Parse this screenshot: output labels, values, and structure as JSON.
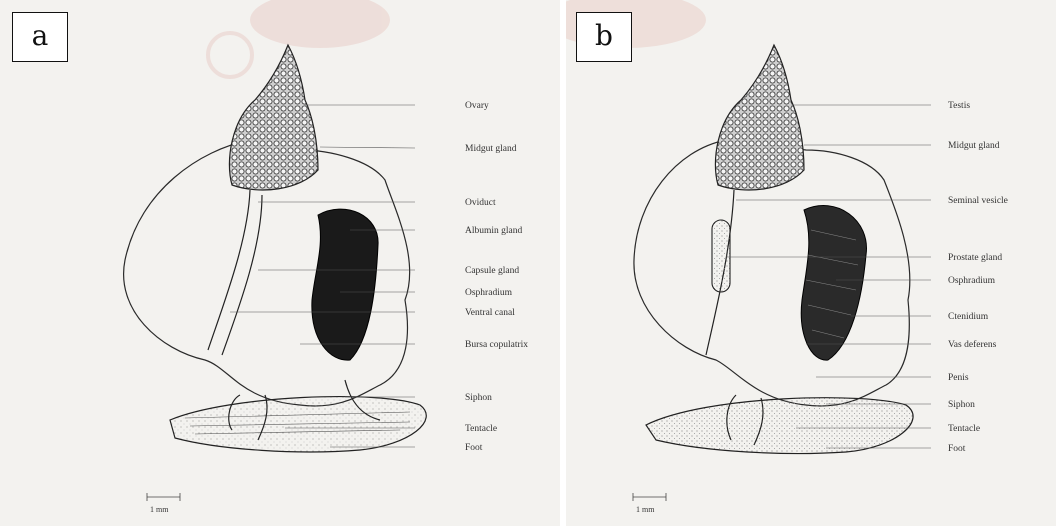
{
  "panel_a": {
    "letter": "a",
    "labels": [
      "Ovary",
      "Midgut gland",
      "Oviduct",
      "Albumin gland",
      "Capsule gland",
      "Osphradium",
      "Ventral canal",
      "Bursa copulatrix",
      "Siphon",
      "Tentacle",
      "Foot"
    ],
    "scale_text": "1 mm"
  },
  "panel_b": {
    "letter": "b",
    "labels": [
      "Testis",
      "Midgut gland",
      "Seminal vesicle",
      "Prostate gland",
      "Osphradium",
      "Ctenidium",
      "Vas deferens",
      "Penis",
      "Siphon",
      "Tentacle",
      "Foot"
    ],
    "scale_text": "1 mm"
  }
}
